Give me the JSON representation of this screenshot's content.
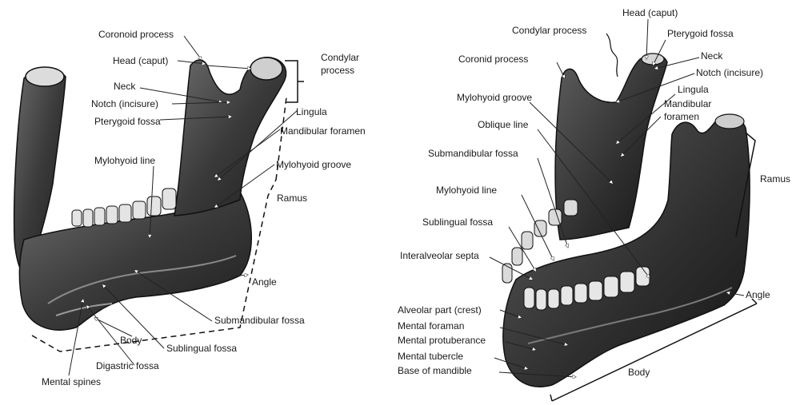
{
  "diagrams": {
    "left": {
      "labels": {
        "coronoid_process": "Coronoid process",
        "head_caput": "Head (caput)",
        "neck": "Neck",
        "notch_incisure": "Notch (incisure)",
        "pterygoid_fossa": "Pterygoid fossa",
        "condylar_process": "Condylar\nprocess",
        "lingula": "Lingula",
        "mandibular_foramen": "Mandibular foramen",
        "mylohyoid_groove": "Mylohyoid groove",
        "mylohyoid_line": "Mylohyoid line",
        "ramus": "Ramus",
        "angle": "Angle",
        "submandibular_fossa": "Submandibular fossa",
        "body": "Body",
        "sublingual_fossa": "Sublingual fossa",
        "digastric_fossa": "Digastric fossa",
        "mental_spines": "Mental spines"
      }
    },
    "right": {
      "labels": {
        "head_caput": "Head (caput)",
        "condylar_process": "Condylar process",
        "pterygoid_fossa": "Pterygoid fossa",
        "coronoid_process": "Coronid process",
        "neck": "Neck",
        "notch_incisure": "Notch (incisure)",
        "lingula": "Lingula",
        "mandibular_foramen": "Mandibular\nforamen",
        "mylohyoid_groove": "Mylohyoid groove",
        "oblique_line": "Oblique line",
        "submandibular_fossa": "Submandibular fossa",
        "ramus": "Ramus",
        "mylohyoid_line": "Mylohyoid line",
        "sublingual_fossa": "Sublingual fossa",
        "interalveolar_septa": "Interalveolar septa",
        "angle": "Angle",
        "alveolar_part": "Alveolar part (crest)",
        "mental_foramen": "Mental foraman",
        "mental_protuberance": "Mental protuberance",
        "mental_tubercle": "Mental tubercle",
        "base_of_mandible": "Base of mandible",
        "body": "Body"
      }
    }
  }
}
